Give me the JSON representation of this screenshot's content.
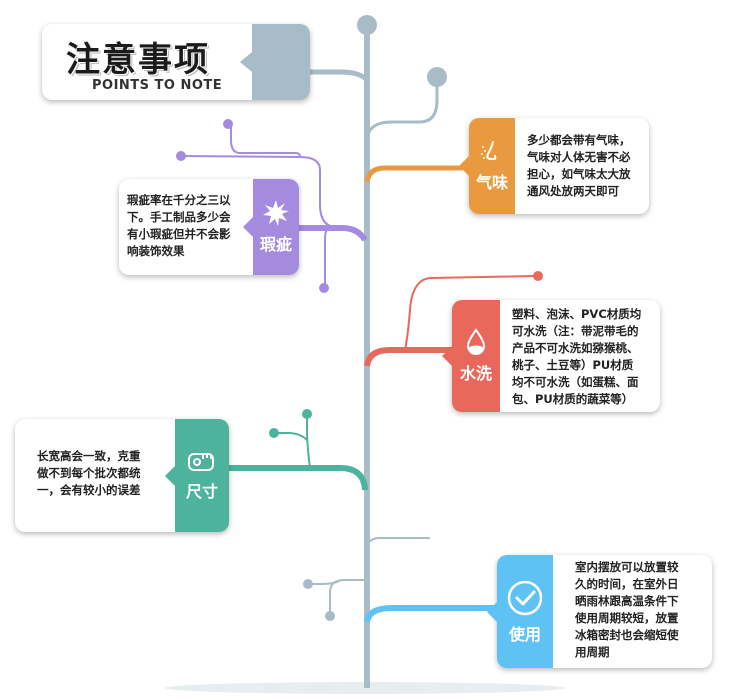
{
  "title": {
    "zh": "注意事项",
    "en": "POINTS TO NOTE"
  },
  "colors": {
    "trunk": "#a7bcc6",
    "odor": "#e99a3f",
    "flaw": "#a48be0",
    "wash": "#e8685c",
    "size": "#4db39c",
    "use": "#5ec2f5"
  },
  "items": {
    "odor": {
      "label": "气味",
      "icon": "nose-icon",
      "lines": [
        "多少都会带有气味，",
        "气味对人体无害不必",
        "担心，如气味太大放",
        "通风处放两天即可"
      ]
    },
    "flaw": {
      "label": "瑕疵",
      "icon": "burst-icon",
      "lines": [
        "瑕疵率在千分之三以",
        "下。手工制品多少会",
        "有小瑕疵但并不会影",
        "响装饰效果"
      ]
    },
    "wash": {
      "label": "水洗",
      "icon": "water-drop-icon",
      "lines": [
        "塑料、泡沫、PVC材质均",
        "可水洗（注：带泥带毛的",
        "产品不可水洗如猕猴桃、",
        "桃子、土豆等）PU材质",
        "均不可水洗（如蛋糕、面",
        "包、PU材质的蔬菜等）"
      ]
    },
    "size": {
      "label": "尺寸",
      "icon": "tape-measure-icon",
      "lines": [
        "长宽高会一致，克重",
        "做不到每个批次都统",
        "一，会有较小的误差"
      ]
    },
    "use": {
      "label": "使用",
      "icon": "check-circle-icon",
      "lines": [
        "室内摆放可以放置较",
        "久的时间，在室外日",
        "晒雨林跟高温条件下",
        "使用周期较短，放置",
        "冰箱密封也会缩短使",
        "用周期"
      ]
    }
  }
}
